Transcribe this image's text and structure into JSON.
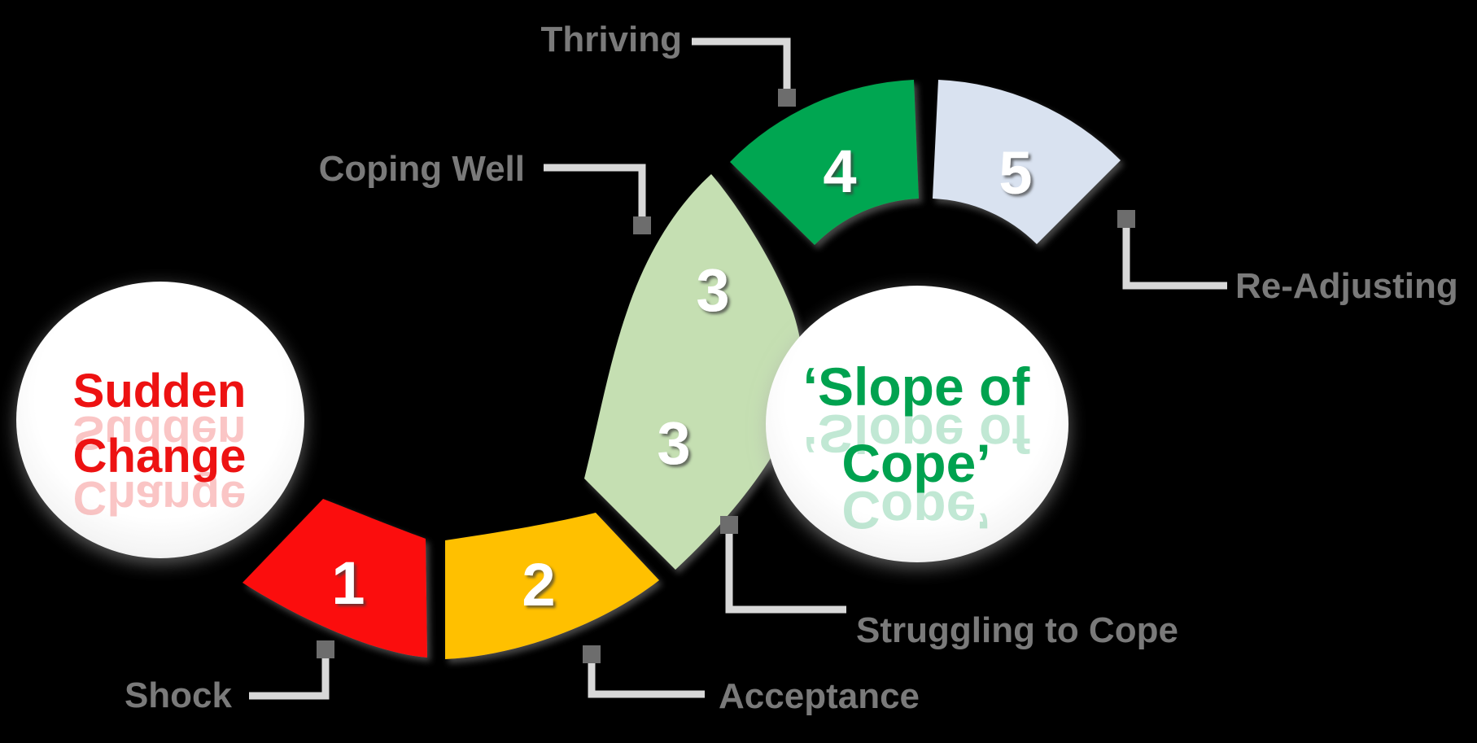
{
  "background": "#000000",
  "bubbles": {
    "sudden_change": {
      "line1": "Sudden",
      "line2": "Change",
      "color": "#ed1212"
    },
    "slope_of_cope": {
      "line1": "‘Slope of",
      "line2": "Cope’",
      "color": "#00a24f"
    }
  },
  "segments": {
    "s1": {
      "number": "1",
      "color": "#fb0707"
    },
    "s2": {
      "number": "2",
      "color": "#ffc000"
    },
    "s3": {
      "number": "3",
      "color": "#c5dfb2"
    },
    "s4": {
      "number": "4",
      "color": "#00a651"
    },
    "s5": {
      "number": "5",
      "color": "#d9e2f0"
    }
  },
  "numbers": {
    "color": "#ffffff"
  },
  "callouts": {
    "color": "#7a7a7a",
    "line_color": "#d8d8d8",
    "marker_color": "#6d6d6d",
    "items": {
      "thriving": {
        "text": "Thriving"
      },
      "coping_well": {
        "text": "Coping Well"
      },
      "re_adjusting": {
        "text": "Re-Adjusting"
      },
      "shock": {
        "text": "Shock"
      },
      "acceptance": {
        "text": "Acceptance"
      },
      "struggling_to_cope": {
        "text": "Struggling to Cope"
      }
    }
  }
}
